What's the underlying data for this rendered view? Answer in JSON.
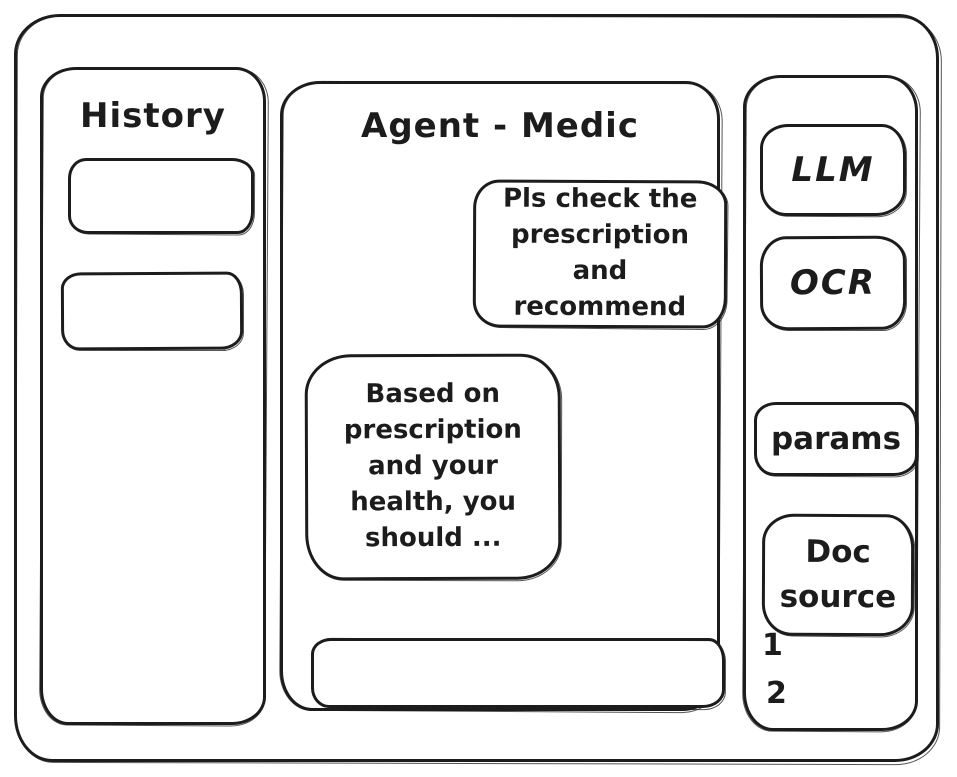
{
  "app": {
    "title": "Agent - Medic"
  },
  "sidebar": {
    "title": "History",
    "item_count": 2
  },
  "chat": {
    "title": "Agent - Medic",
    "messages": [
      {
        "role": "user",
        "text": "Pls check the prescription and recommend"
      },
      {
        "role": "assistant",
        "text": "Based on prescription and your health, you should ..."
      }
    ],
    "input": {
      "value": "",
      "placeholder": ""
    }
  },
  "tools": {
    "buttons": [
      {
        "label": "LLM"
      },
      {
        "label": "OCR"
      },
      {
        "label": "params"
      },
      {
        "label": "Doc source"
      }
    ],
    "doc_list": [
      "1",
      "2"
    ]
  },
  "colors": {
    "ink": "#1c1c1c",
    "background": "#ffffff"
  }
}
